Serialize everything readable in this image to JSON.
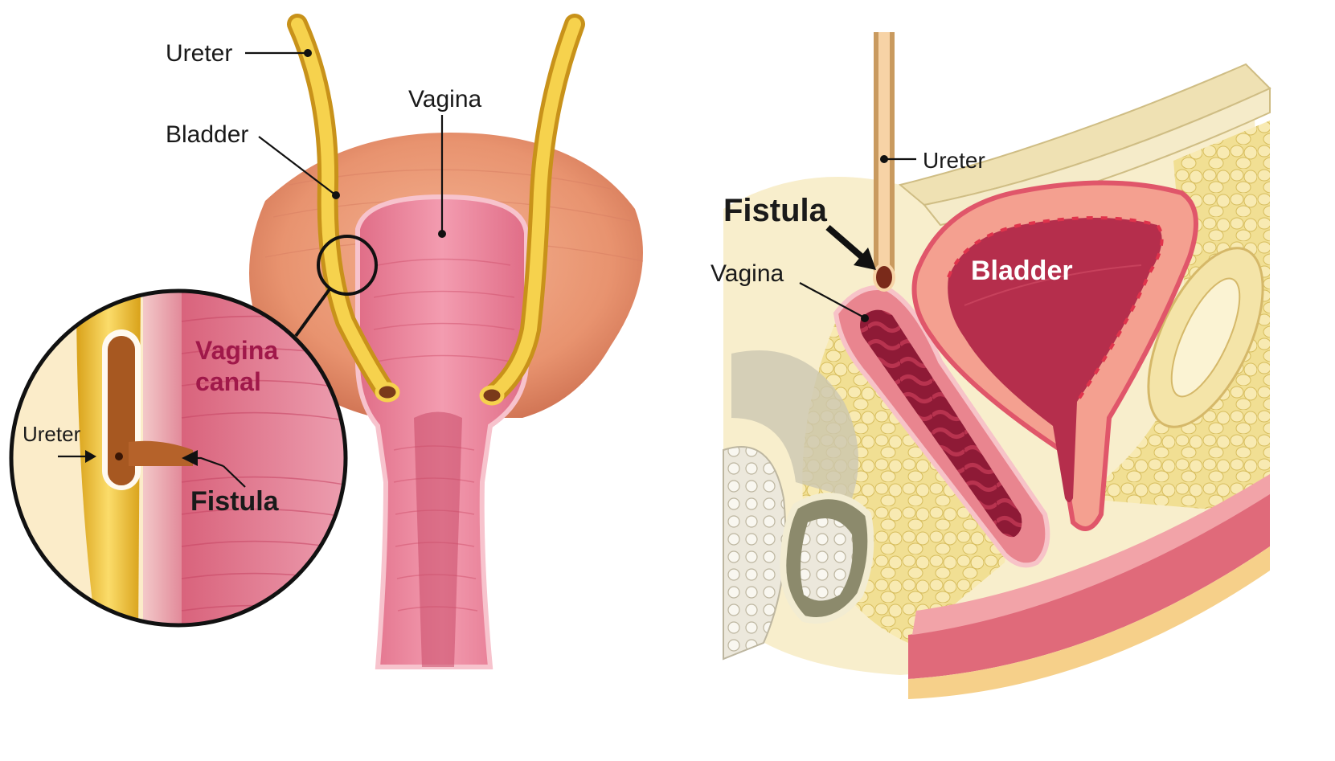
{
  "left_panel": {
    "labels": {
      "ureter": "Ureter",
      "bladder": "Bladder",
      "vagina": "Vagina"
    },
    "inset": {
      "vagina_canal_line1": "Vagina",
      "vagina_canal_line2": "canal",
      "ureter": "Ureter",
      "fistula": "Fistula"
    }
  },
  "right_panel": {
    "labels": {
      "ureter": "Ureter",
      "fistula": "Fistula",
      "vagina": "Vagina",
      "bladder": "Bladder"
    }
  },
  "colors": {
    "ureter_yellow": "#f2c230",
    "bladder_orange": "#e8936f",
    "vagina_pink": "#e97f97",
    "canal_text": "#a0184a",
    "fat_yellow": "#f3e3a0",
    "muscle_red": "#d9536a"
  }
}
